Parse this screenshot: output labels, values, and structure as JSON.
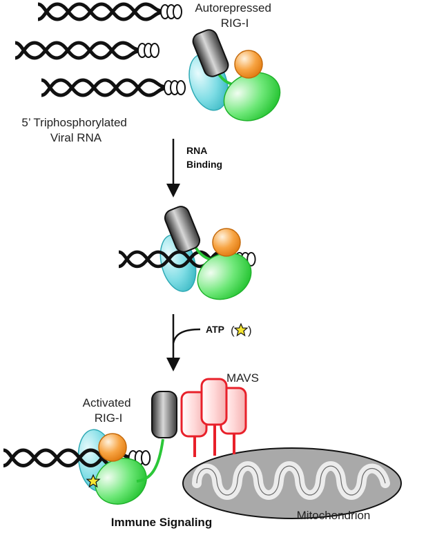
{
  "labels": {
    "autorepressed": [
      "Autorepressed",
      "RIG-I"
    ],
    "viral_rna": [
      "5’ Triphosphorylated",
      "Viral RNA"
    ],
    "rna_binding": [
      "RNA",
      "Binding"
    ],
    "atp": "ATP",
    "mavs": "MAVS",
    "activated": [
      "Activated",
      "RIG-I"
    ],
    "immune_signaling": "Immune Signaling",
    "mitochondrion": "Mitochondrion"
  },
  "colors": {
    "cyan_domain": "#5fd3dc",
    "green_domain": "#3ddc4a",
    "orange_domain": "#f4922a",
    "gray_domain": "#555555",
    "mavs_red": "#e8202a",
    "mito_fill": "#a9a9a9",
    "star": "#f5e531"
  },
  "icons": {
    "atp_marker": "star-icon"
  }
}
